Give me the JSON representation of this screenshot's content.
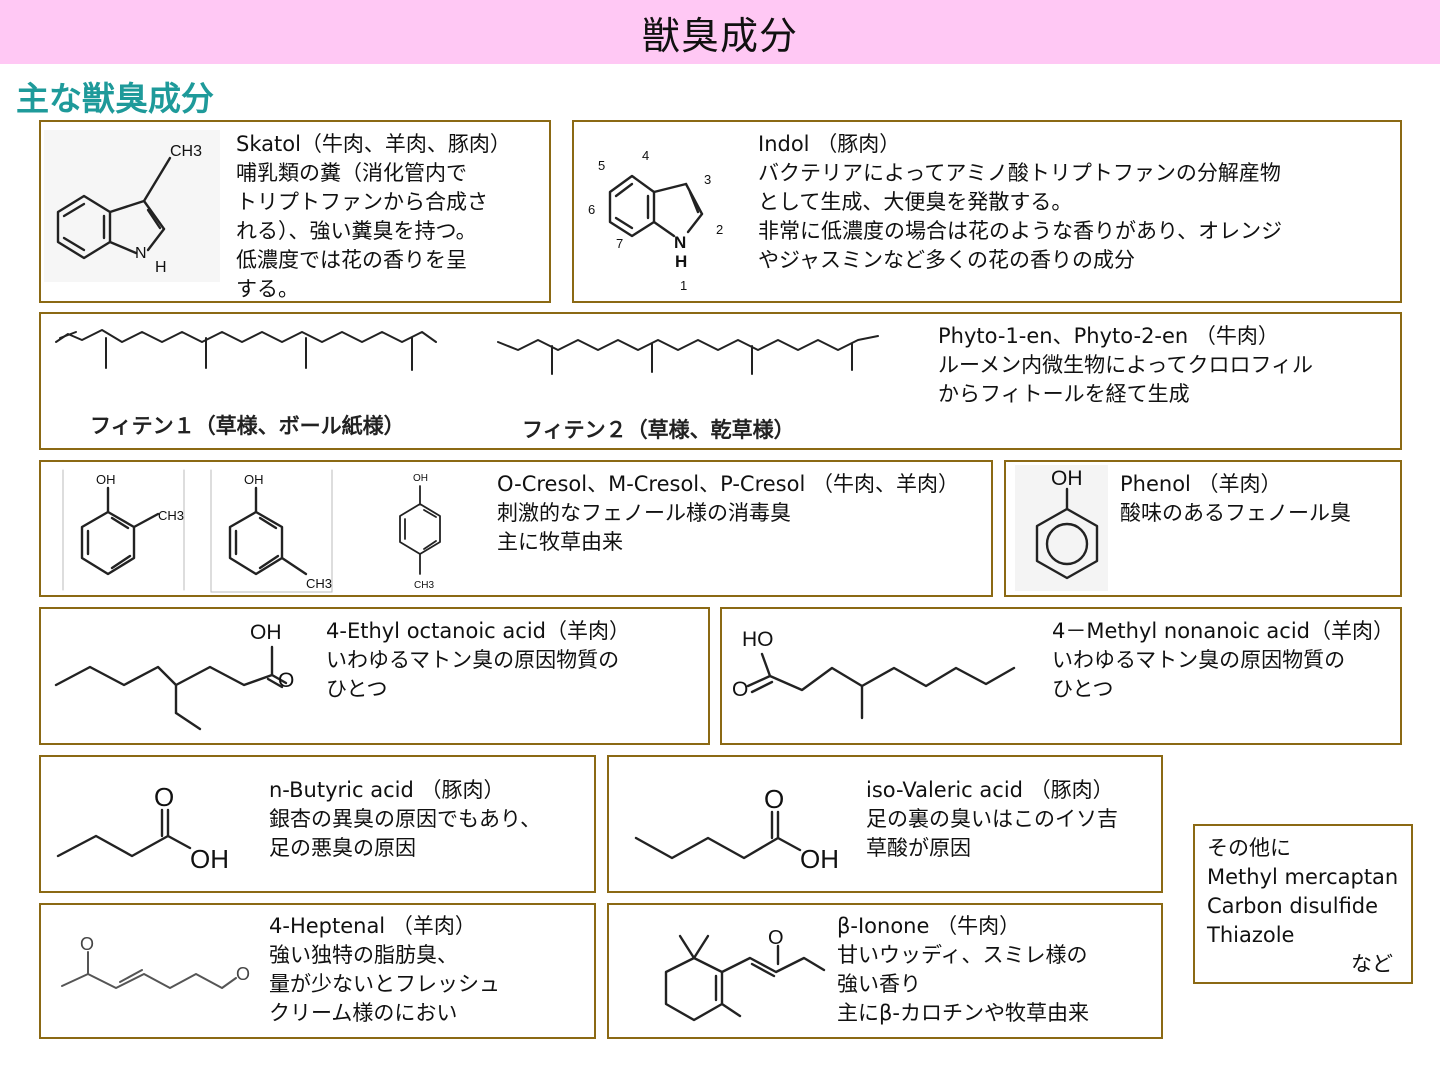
{
  "page": {
    "title": "獣臭成分",
    "subtitle": "主な獣臭成分"
  },
  "skatol": {
    "heading": "Skatol（牛肉、羊肉、豚肉）",
    "lines": [
      "哺乳類の糞（消化管内で",
      "トリプトファンから合成さ",
      "れる）、強い糞臭を持つ。",
      "低濃度では花の香りを呈",
      "する。"
    ],
    "atoms": {
      "ch3": "CH3",
      "nh_n": "N",
      "nh_h": "H"
    }
  },
  "indol": {
    "heading": "Indol （豚肉）",
    "lines": [
      "バクテリアによってアミノ酸トリプトファンの分解産物",
      "として生成、大便臭を発散する。",
      "非常に低濃度の場合は花のような香りがあり、オレンジ",
      "やジャスミンなど多くの花の香りの成分"
    ],
    "atoms": {
      "n": "N",
      "h": "H",
      "num1": "1",
      "num2": "2",
      "num3": "3",
      "num4": "4",
      "num5": "5",
      "num6": "6",
      "num7": "7"
    }
  },
  "phytene": {
    "heading": "Phyto-1-en、Phyto-2-en （牛肉）",
    "lines": [
      "ルーメン内微生物によってクロロフィル",
      "からフィトールを経て生成"
    ],
    "label1": "フィテン１（草様、ボール紙様）",
    "label2": "フィテン２（草様、乾草様）"
  },
  "cresol": {
    "heading": "O-Cresol、M-Cresol、P-Cresol （牛肉、羊肉）",
    "lines": [
      "刺激的なフェノール様の消毒臭",
      "主に牧草由来"
    ],
    "atoms": {
      "oh": "OH",
      "ch3": "CH3"
    }
  },
  "phenol": {
    "heading": "Phenol （羊肉）",
    "lines": [
      "酸味のあるフェノール臭"
    ],
    "atoms": {
      "oh": "OH"
    }
  },
  "ethyl_octanoic": {
    "heading": "4-Ethyl octanoic acid（羊肉）",
    "lines": [
      "いわゆるマトン臭の原因物質の",
      "ひとつ"
    ],
    "atoms": {
      "oh": "OH",
      "o": "O"
    }
  },
  "methyl_nonanoic": {
    "heading": "4－Methyl nonanoic acid（羊肉）",
    "lines": [
      "いわゆるマトン臭の原因物質の",
      "ひとつ"
    ],
    "atoms": {
      "ho": "HO",
      "o": "O"
    }
  },
  "butyric": {
    "heading": "n-Butyric acid （豚肉）",
    "lines": [
      "銀杏の異臭の原因でもあり、",
      "足の悪臭の原因"
    ],
    "atoms": {
      "o": "O",
      "oh": "OH"
    }
  },
  "valeric": {
    "heading": "iso-Valeric acid （豚肉）",
    "lines": [
      "足の裏の臭いはこのイソ吉",
      "草酸が原因"
    ],
    "atoms": {
      "o": "O",
      "oh": "OH"
    }
  },
  "heptenal": {
    "heading": "4-Heptenal （羊肉）",
    "lines": [
      "強い独特の脂肪臭、",
      "量が少ないとフレッシュ",
      "クリーム様のにおい"
    ],
    "atoms": {
      "o": "O"
    }
  },
  "ionone": {
    "heading": "β-Ionone （牛肉）",
    "lines": [
      "甘いウッディ、スミレ様の",
      "強い香り",
      "主にβ‐カロチンや牧草由来"
    ],
    "atoms": {
      "o": "O"
    }
  },
  "others": {
    "lines": [
      "その他に",
      "Methyl mercaptan",
      "Carbon disulfide",
      "Thiazole"
    ],
    "etc": "など"
  },
  "colors": {
    "title_bg": "#ffc8f4",
    "subtitle": "#1e9a9a",
    "border": "#8b6914"
  }
}
